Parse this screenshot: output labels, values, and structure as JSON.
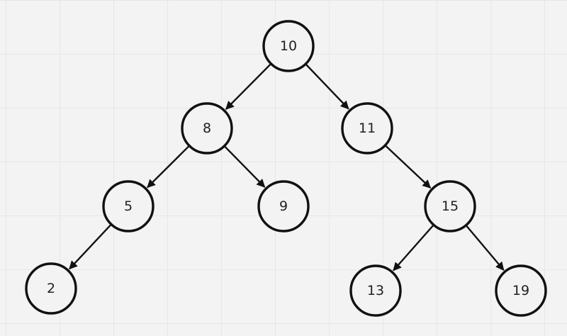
{
  "diagram": {
    "type": "binary-search-tree",
    "colors": {
      "background": "#f3f3f3",
      "grid": "#e6e6e6",
      "stroke": "#111111",
      "text": "#222222"
    },
    "nodes": [
      {
        "id": "n10",
        "label": "10"
      },
      {
        "id": "n8",
        "label": "8"
      },
      {
        "id": "n11",
        "label": "11"
      },
      {
        "id": "n5",
        "label": "5"
      },
      {
        "id": "n9",
        "label": "9"
      },
      {
        "id": "n15",
        "label": "15"
      },
      {
        "id": "n2",
        "label": "2"
      },
      {
        "id": "n13",
        "label": "13"
      },
      {
        "id": "n19",
        "label": "19"
      }
    ],
    "edges": [
      {
        "from": "n10",
        "to": "n8"
      },
      {
        "from": "n10",
        "to": "n11"
      },
      {
        "from": "n8",
        "to": "n5"
      },
      {
        "from": "n8",
        "to": "n9"
      },
      {
        "from": "n11",
        "to": "n15"
      },
      {
        "from": "n5",
        "to": "n2"
      },
      {
        "from": "n15",
        "to": "n13"
      },
      {
        "from": "n15",
        "to": "n19"
      }
    ]
  }
}
